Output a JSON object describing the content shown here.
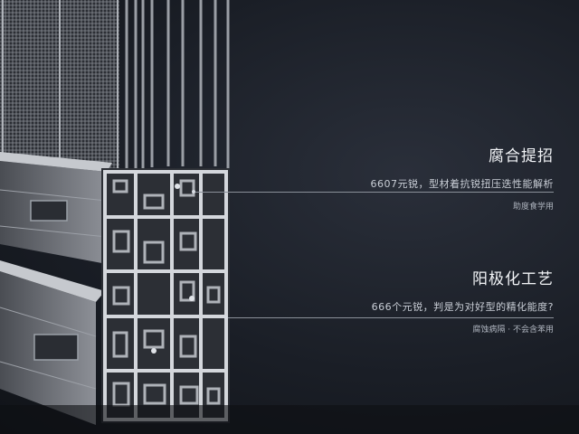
{
  "callouts": [
    {
      "title": "腐合提招",
      "desc": "6607元锐，型材着抗锐扭压迭性能解析",
      "note": "助度食学用"
    },
    {
      "title": "阳极化工艺",
      "desc": "666个元锐，判是为对好型的精化能度?",
      "note": "腐蚀病隔 · 不会含苯用"
    }
  ],
  "colors": {
    "background": "#1a1e26",
    "metal_light": "#c9ccd1",
    "metal_dark": "#3a3d43",
    "text": "#e9ecf1"
  }
}
